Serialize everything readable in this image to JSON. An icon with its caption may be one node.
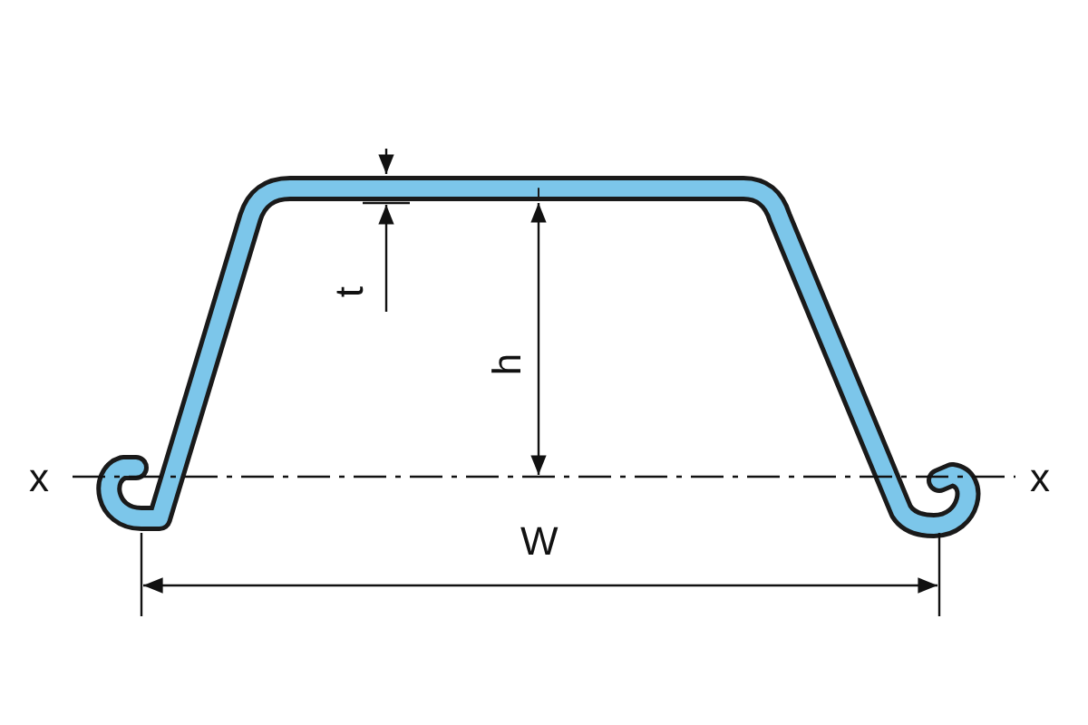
{
  "diagram": {
    "labels": [
      "t",
      "h",
      "x",
      "x",
      "W"
    ]
  }
}
